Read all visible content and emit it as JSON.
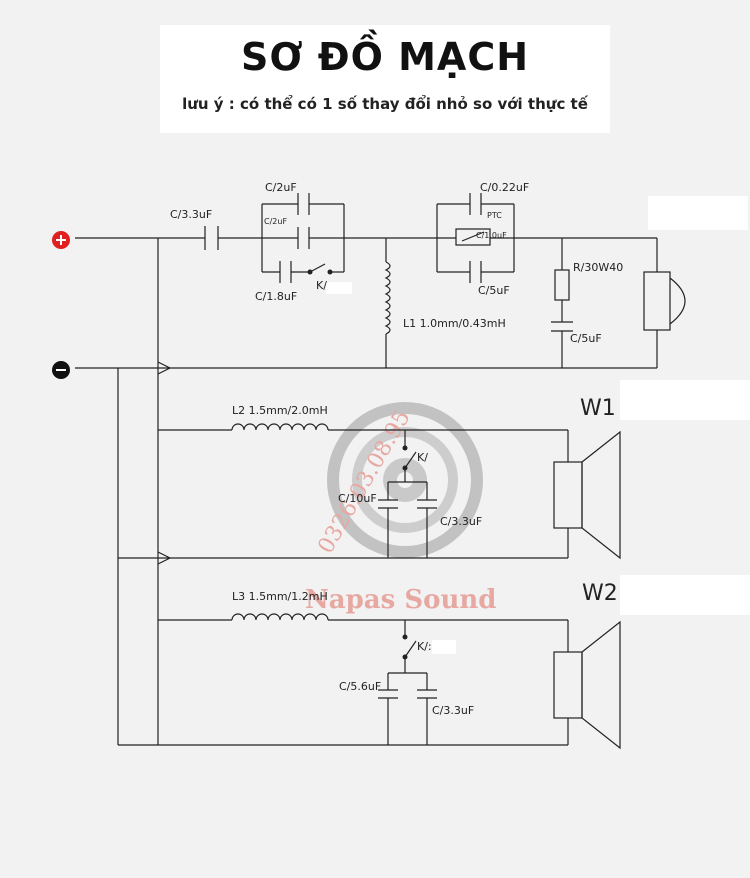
{
  "header": {
    "title": "SƠ ĐỒ MẠCH",
    "note": "lưu ý : có thể có 1 số thay đổi nhỏ so với thực tế"
  },
  "components": {
    "c_in": "C/3.3uF",
    "c_2a": "C/2uF",
    "c_2b": "C/2uF",
    "c_18": "C/1.8uF",
    "k_top": "K/",
    "c_022": "C/0.22uF",
    "ptc": "PTC",
    "c_10": "C/1.0uF",
    "c_5a": "C/5uF",
    "l1": "L1  1.0mm/0.43mH",
    "r30": "R/30W40",
    "c_5b": "C/5uF",
    "l2": "L2  1.5mm/2.0mH",
    "k_w1": "K/",
    "c_10uf": "C/10uF",
    "c_33a": "C/3.3uF",
    "l3": "L3  1.5mm/1.2mH",
    "k_w2": "K/:",
    "c_56": "C/5.6uF",
    "c_33b": "C/3.3uF"
  },
  "speakers": {
    "w1": "W1",
    "w2": "W2"
  },
  "terminals": {
    "plus": "+",
    "minus": "−"
  },
  "watermark": {
    "brand": "Napas Sound",
    "phone": "0326.03.08.95"
  },
  "colors": {
    "plus_terminal": "#e02020",
    "minus_terminal": "#111111",
    "watermark": "#e7a8a2"
  }
}
